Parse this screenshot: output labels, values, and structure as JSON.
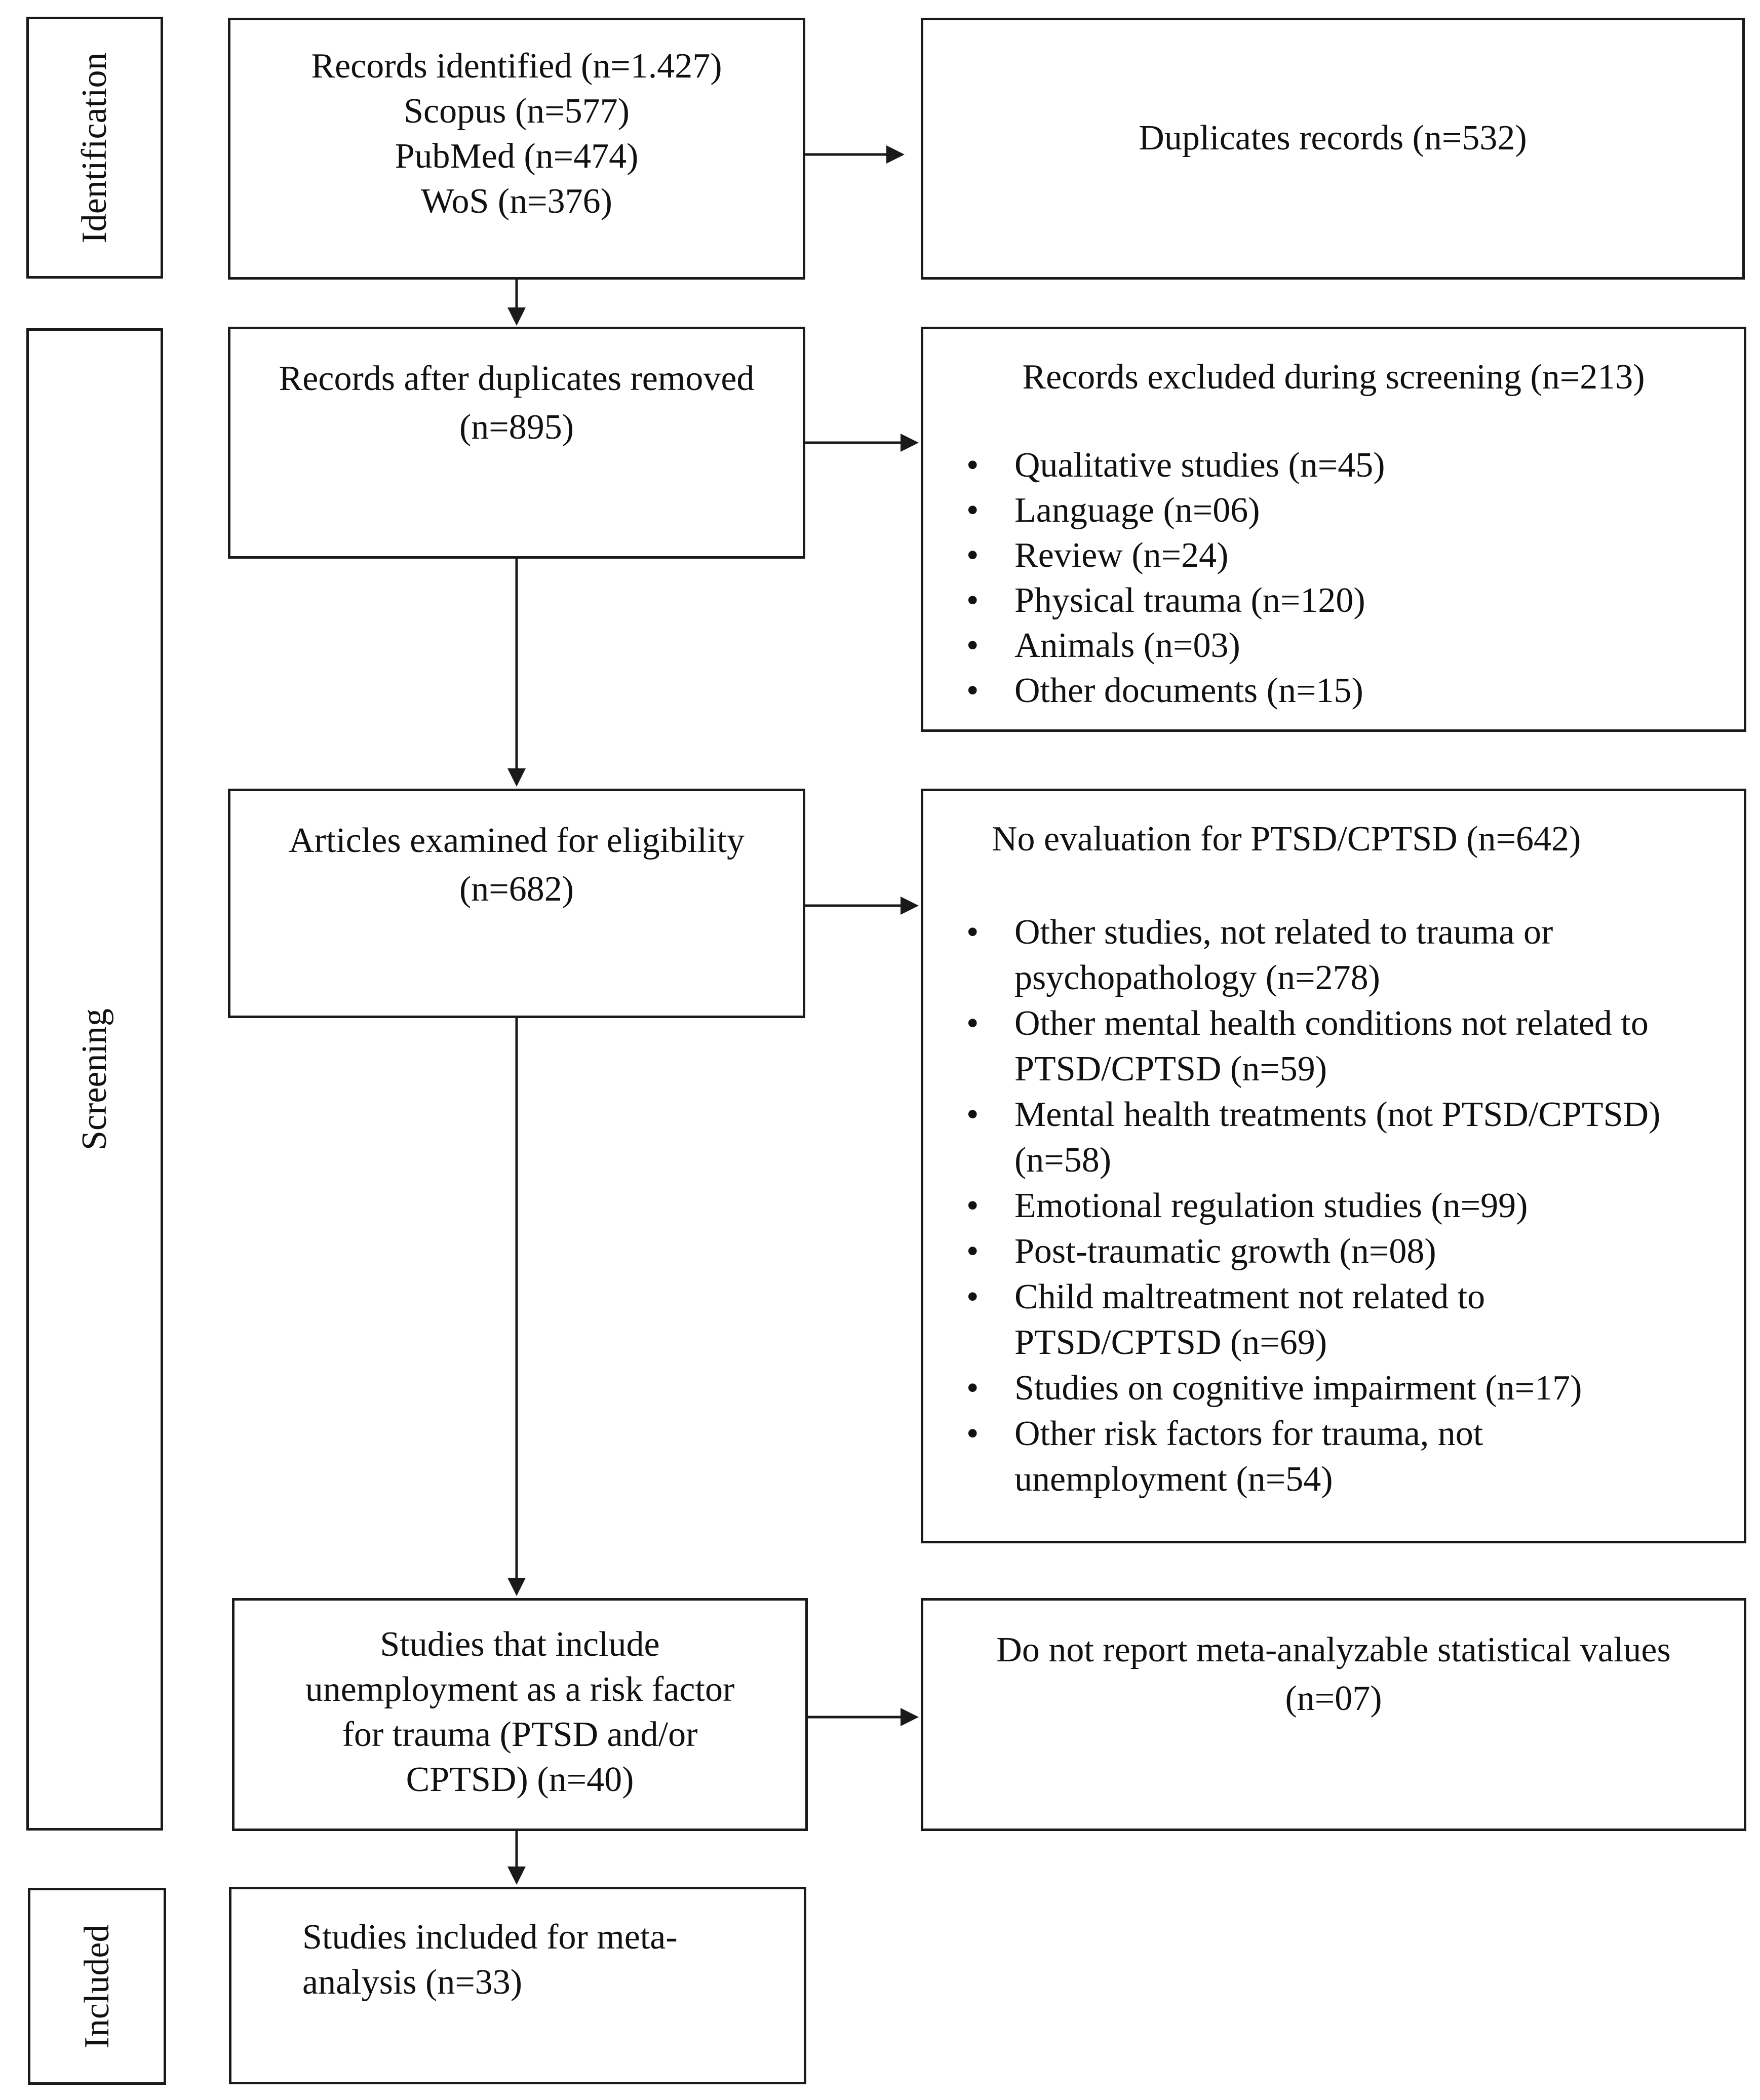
{
  "stages": {
    "identification": "Identification",
    "screening": "Screening",
    "included": "Included"
  },
  "identified": {
    "lines": [
      "Records identified (n=1.427)",
      "Scopus (n=577)",
      "PubMed (n=474)",
      "WoS (n=376)"
    ]
  },
  "duplicates": {
    "text": "Duplicates records (n=532)"
  },
  "after_duplicates": {
    "lines": [
      "Records after duplicates removed",
      "(n=895)"
    ]
  },
  "excluded_screening": {
    "title": "Records excluded during screening (n=213)",
    "items": [
      "Qualitative studies (n=45)",
      "Language (n=06)",
      "Review (n=24)",
      "Physical trauma (n=120)",
      "Animals (n=03)",
      "Other documents (n=15)"
    ]
  },
  "eligibility": {
    "lines": [
      "Articles examined for eligibility",
      "(n=682)"
    ]
  },
  "no_evaluation": {
    "title": "No evaluation for PTSD/CPTSD (n=642)",
    "items": [
      [
        "Other studies, not related to trauma or",
        "psychopathology (n=278)"
      ],
      [
        "Other mental health conditions not related to",
        "PTSD/CPTSD (n=59)"
      ],
      [
        "Mental health treatments (not PTSD/CPTSD)",
        "(n=58)"
      ],
      [
        "Emotional regulation studies (n=99)"
      ],
      [
        "Post-traumatic growth (n=08)"
      ],
      [
        "Child maltreatment not related to",
        "PTSD/CPTSD (n=69)"
      ],
      [
        "Studies on cognitive impairment (n=17)"
      ],
      [
        "Other risk factors for trauma, not",
        "unemployment (n=54)"
      ]
    ]
  },
  "unemployment": {
    "lines": [
      "Studies that include",
      "unemployment as a risk factor",
      "for trauma (PTSD and/or",
      "CPTSD) (n=40)"
    ]
  },
  "not_report": {
    "lines": [
      "Do not report meta-analyzable statistical values",
      "(n=07)"
    ]
  },
  "included_box": {
    "lines": [
      "Studies included for meta-",
      "analysis (n=33)"
    ]
  }
}
